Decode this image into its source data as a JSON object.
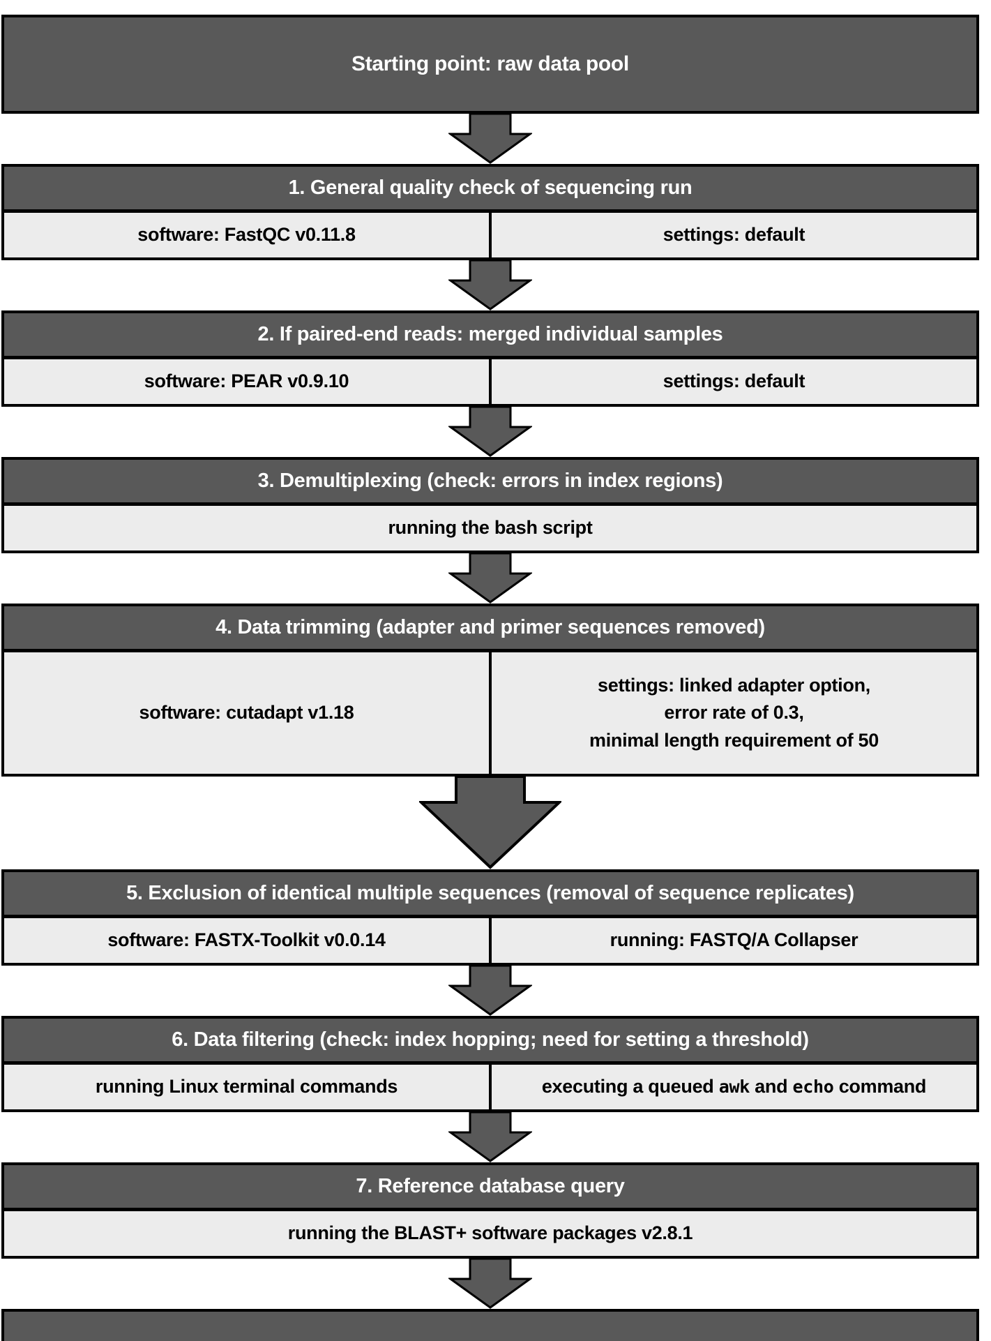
{
  "palette": {
    "dark_fill": "#595959",
    "light_fill": "#ececec",
    "border": "#000000",
    "header_text": "#ffffff",
    "cell_text": "#000000",
    "background": "#ffffff"
  },
  "diagram": {
    "start": {
      "title": "Starting point: raw data pool"
    },
    "sections": [
      {
        "header": "1. General quality check of sequencing run",
        "cells": {
          "left": "software: FastQC v0.11.8",
          "right": "settings: default"
        }
      },
      {
        "header": "2. If paired-end reads: merged individual samples",
        "cells": {
          "left": "software: PEAR v0.9.10",
          "right": "settings: default"
        }
      },
      {
        "header": "3. Demultiplexing (check: errors in index regions)",
        "cells": {
          "full": "running the bash script"
        }
      },
      {
        "header": "4. Data trimming (adapter and primer sequences removed)",
        "cells": {
          "left": "software: cutadapt v1.18",
          "right_lines": [
            "settings: linked adapter option,",
            "error rate of 0.3,",
            "minimal length requirement of 50"
          ]
        }
      },
      {
        "header": "5. Exclusion of identical multiple sequences (removal of sequence replicates)",
        "cells": {
          "left": "software: FASTX-Toolkit v0.0.14",
          "right": "running: FASTQ/A Collapser"
        }
      },
      {
        "header": "6. Data filtering (check: index hopping; need for setting a threshold)",
        "cells": {
          "left": "running Linux terminal commands",
          "right_parts": {
            "pre": "executing a queued ",
            "code1": "awk",
            "mid": " and ",
            "code2": "echo",
            "post": " command"
          }
        }
      },
      {
        "header": "7. Reference database query",
        "cells": {
          "full": "running the BLAST+ software packages v2.8.1"
        }
      }
    ]
  }
}
